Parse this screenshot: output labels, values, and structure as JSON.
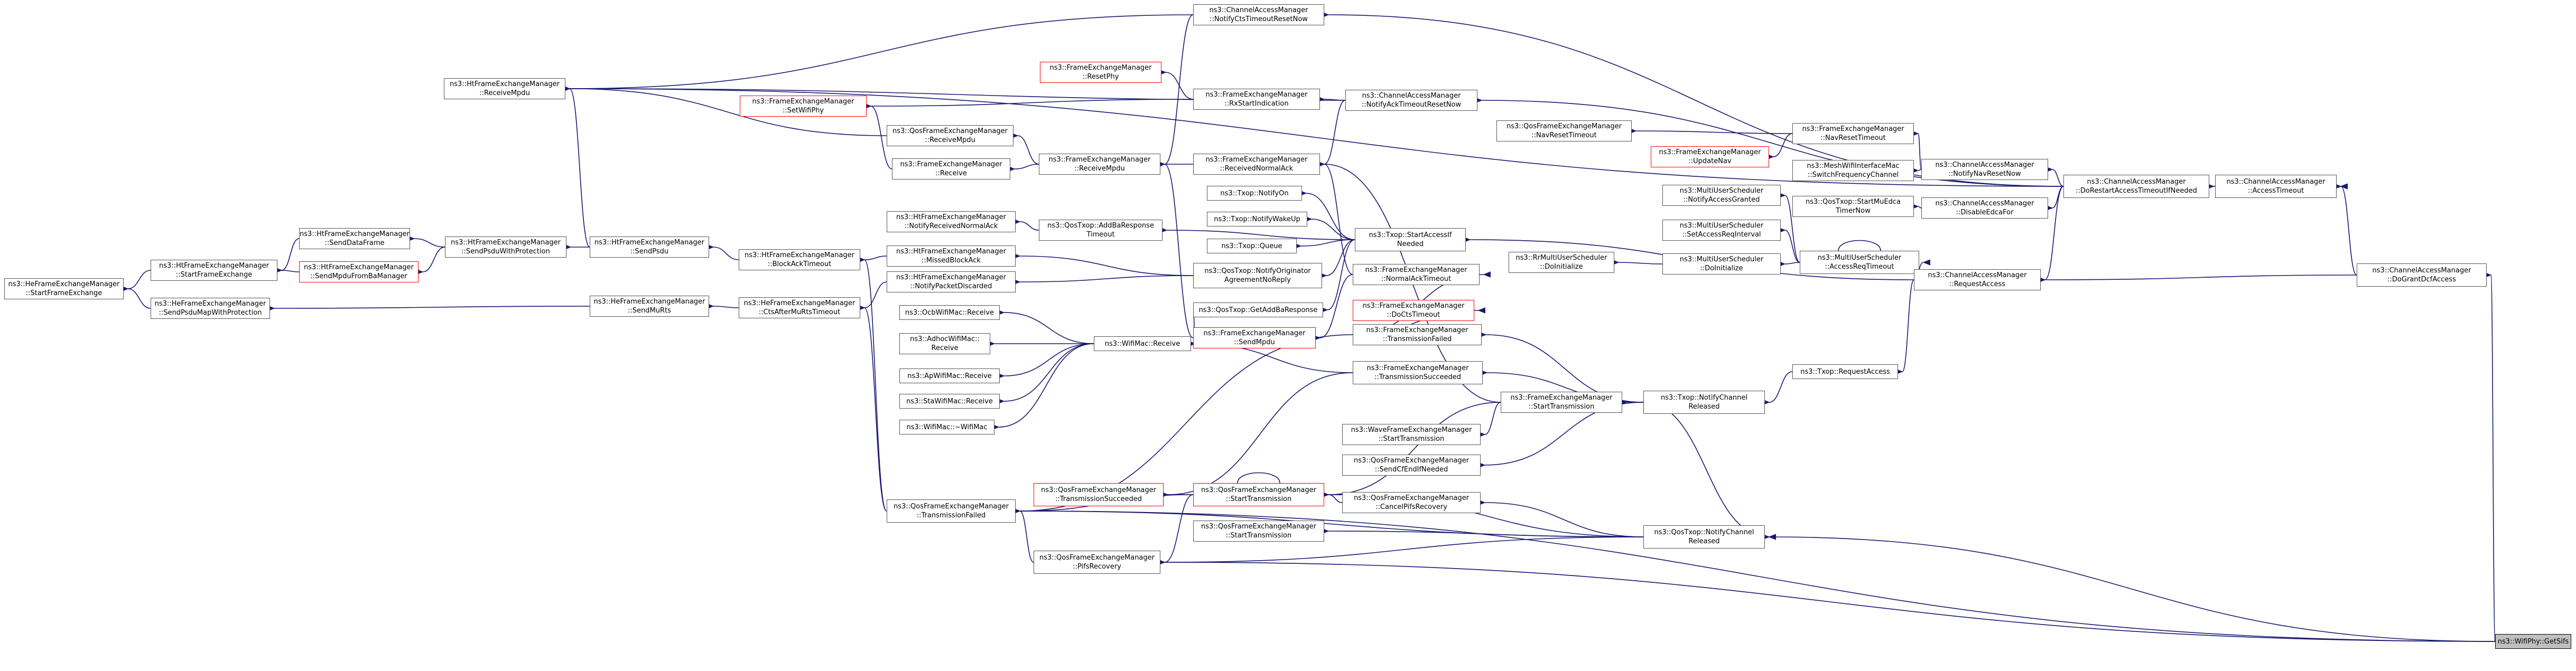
{
  "colors": {
    "edge": "#191970",
    "node_border": "#555555",
    "node_border_unlinked": "#ff0000",
    "focus_fill": "#bfbfbf"
  },
  "nodes": [
    {
      "id": "heSPE",
      "lines": [
        "ns3::HeFrameExchangeManager",
        "::StartFrameExchange"
      ]
    },
    {
      "id": "htSFE",
      "lines": [
        "ns3::HtFrameExchangeManager",
        "::StartFrameExchange"
      ]
    },
    {
      "id": "heSPM",
      "lines": [
        "ns3::HeFrameExchangeManager",
        "::SendPsduMapWithProtection"
      ]
    },
    {
      "id": "htRM",
      "lines": [
        "ns3::HtFrameExchangeManager",
        "::ReceiveMpdu"
      ]
    },
    {
      "id": "htSDF",
      "lines": [
        "ns3::HtFrameExchangeManager",
        "::SendDataFrame"
      ]
    },
    {
      "id": "htSMB",
      "lines": [
        "ns3::HtFrameExchangeManager",
        "::SendMpduFromBaManager"
      ],
      "red": true
    },
    {
      "id": "htSPWP",
      "lines": [
        "ns3::HtFrameExchangeManager",
        "::SendPsduWithProtection"
      ]
    },
    {
      "id": "htSP",
      "lines": [
        "ns3::HtFrameExchangeManager",
        "::SendPsdu"
      ]
    },
    {
      "id": "heSMS",
      "lines": [
        "ns3::HeFrameExchangeManager",
        "::SendMuRts"
      ]
    },
    {
      "id": "htBAT",
      "lines": [
        "ns3::HtFrameExchangeManager",
        "::BlockAckTimeout"
      ]
    },
    {
      "id": "heCAM",
      "lines": [
        "ns3::HeFrameExchangeManager",
        "::CtsAfterMuRtsTimeout"
      ]
    },
    {
      "id": "fSWP",
      "lines": [
        "ns3::FrameExchangeManager",
        "::SetWifiPhy"
      ],
      "red": true
    },
    {
      "id": "qRM",
      "lines": [
        "ns3::QosFrameExchangeManager",
        "::ReceiveMpdu"
      ]
    },
    {
      "id": "fRecv",
      "lines": [
        "ns3::FrameExchangeManager",
        "::Receive"
      ]
    },
    {
      "id": "htNRN",
      "lines": [
        "ns3::HtFrameExchangeManager",
        "::NotifyReceivedNormalAck"
      ]
    },
    {
      "id": "htMBA",
      "lines": [
        "ns3::HtFrameExchangeManager",
        "::MissedBlockAck"
      ]
    },
    {
      "id": "htNPD",
      "lines": [
        "ns3::HtFrameExchangeManager",
        "::NotifyPacketDiscarded"
      ]
    },
    {
      "id": "ocbR",
      "lines": [
        "ns3::OcbWifiMac::Receive"
      ]
    },
    {
      "id": "adhR",
      "lines": [
        "ns3::AdhocWifiMac::",
        "Receive"
      ]
    },
    {
      "id": "apR",
      "lines": [
        "ns3::ApWifiMac::Receive"
      ]
    },
    {
      "id": "staR",
      "lines": [
        "ns3::StaWifiMac::Receive"
      ]
    },
    {
      "id": "wmD",
      "lines": [
        "ns3::WifiMac::~WifiMac"
      ]
    },
    {
      "id": "qTF",
      "lines": [
        "ns3::QosFrameExchangeManager",
        "::TransmissionFailed"
      ]
    },
    {
      "id": "fRP",
      "lines": [
        "ns3::FrameExchangeManager",
        "::ResetPhy"
      ],
      "red": true
    },
    {
      "id": "fRMpdu",
      "lines": [
        "ns3::FrameExchangeManager",
        "::ReceiveMpdu"
      ]
    },
    {
      "id": "qtANBR",
      "lines": [
        "ns3::QosTxop::AddBaResponse",
        "Timeout"
      ]
    },
    {
      "id": "wmR",
      "lines": [
        "ns3::WifiMac::Receive"
      ]
    },
    {
      "id": "qTS",
      "lines": [
        "ns3::QosFrameExchangeManager",
        "::TransmissionSucceeded"
      ],
      "red": true
    },
    {
      "id": "qPR",
      "lines": [
        "ns3::QosFrameExchangeManager",
        "::PifsRecovery"
      ]
    },
    {
      "id": "camNCT",
      "lines": [
        "ns3::ChannelAccessManager",
        "::NotifyCtsTimeoutResetNow"
      ]
    },
    {
      "id": "fRSI",
      "lines": [
        "ns3::FrameExchangeManager",
        "::RxStartIndication"
      ]
    },
    {
      "id": "fRNA",
      "lines": [
        "ns3::FrameExchangeManager",
        "::ReceivedNormalAck"
      ]
    },
    {
      "id": "txNO",
      "lines": [
        "ns3::Txop::NotifyOn"
      ]
    },
    {
      "id": "txNW",
      "lines": [
        "ns3::Txop::NotifyWakeUp"
      ]
    },
    {
      "id": "txQ",
      "lines": [
        "ns3::Txop::Queue"
      ]
    },
    {
      "id": "qtNOA",
      "lines": [
        "ns3::QosTxop::NotifyOriginator",
        "AgreementNoReply"
      ]
    },
    {
      "id": "qtGAB",
      "lines": [
        "ns3::QosTxop::GetAddBaResponse"
      ]
    },
    {
      "id": "fSM",
      "lines": [
        "ns3::FrameExchangeManager",
        "::SendMpdu"
      ],
      "red": true
    },
    {
      "id": "wfST",
      "lines": [
        "ns3::WaveFrameExchangeManager",
        "::StartTransmission"
      ]
    },
    {
      "id": "qST_red",
      "lines": [
        "ns3::QosFrameExchangeManager",
        "::StartTransmission"
      ],
      "red": true
    },
    {
      "id": "qST",
      "lines": [
        "ns3::QosFrameExchangeManager",
        "::StartTransmission"
      ]
    },
    {
      "id": "camNAT",
      "lines": [
        "ns3::ChannelAccessManager",
        "::NotifyAckTimeoutResetNow"
      ]
    },
    {
      "id": "txSAI",
      "lines": [
        "ns3::Txop::StartAccessIf",
        "Needed"
      ]
    },
    {
      "id": "fNAT",
      "lines": [
        "ns3::FrameExchangeManager",
        "::NormalAckTimeout"
      ]
    },
    {
      "id": "fDCT",
      "lines": [
        "ns3::FrameExchangeManager",
        "::DoCtsTimeout"
      ],
      "red": true
    },
    {
      "id": "fTF",
      "lines": [
        "ns3::FrameExchangeManager",
        "::TransmissionFailed"
      ]
    },
    {
      "id": "fTS",
      "lines": [
        "ns3::FrameExchangeManager",
        "::TransmissionSucceeded"
      ]
    },
    {
      "id": "fST",
      "lines": [
        "ns3::FrameExchangeManager",
        "::StartTransmission"
      ]
    },
    {
      "id": "qSCE",
      "lines": [
        "ns3::QosFrameExchangeManager",
        "::SendCfEndIfNeeded"
      ]
    },
    {
      "id": "qCPR",
      "lines": [
        "ns3::QosFrameExchangeManager",
        "::CancelPifsRecovery"
      ]
    },
    {
      "id": "qfNRT",
      "lines": [
        "ns3::QosFrameExchangeManager",
        "::NavResetTimeout"
      ]
    },
    {
      "id": "muDoI",
      "lines": [
        "ns3::RrMultiUserScheduler",
        "::DoInitialize"
      ]
    },
    {
      "id": "txNCR",
      "lines": [
        "ns3::Txop::NotifyChannel",
        "Released"
      ]
    },
    {
      "id": "qtNCR",
      "lines": [
        "ns3::QosTxop::NotifyChannel",
        "Released"
      ]
    },
    {
      "id": "fUN",
      "lines": [
        "ns3::FrameExchangeManager",
        "::UpdateNav"
      ],
      "red": true
    },
    {
      "id": "fNRT",
      "lines": [
        "ns3::FrameExchangeManager",
        "::NavResetTimeout"
      ]
    },
    {
      "id": "musNAG",
      "lines": [
        "ns3::MultiUserScheduler",
        "::NotifyAccessGranted"
      ]
    },
    {
      "id": "musSAR",
      "lines": [
        "ns3::MultiUserScheduler",
        "::SetAccessReqInterval"
      ]
    },
    {
      "id": "musDoI",
      "lines": [
        "ns3::MultiUserScheduler",
        "::DoInitialize"
      ]
    },
    {
      "id": "txRA",
      "lines": [
        "ns3::Txop::RequestAccess"
      ]
    },
    {
      "id": "mwiSF",
      "lines": [
        "ns3::MeshWifiInterfaceMac",
        "::SwitchFrequencyChannel"
      ]
    },
    {
      "id": "qtSMT",
      "lines": [
        "ns3::QosTxop::StartMuEdca",
        "TimerNow"
      ]
    },
    {
      "id": "musARF",
      "lines": [
        "ns3::MultiUserScheduler",
        "::AccessReqTimeout"
      ]
    },
    {
      "id": "camNNR",
      "lines": [
        "ns3::ChannelAccessManager",
        "::NotifyNavResetNow"
      ]
    },
    {
      "id": "camDE",
      "lines": [
        "ns3::ChannelAccessManager",
        "::DisableEdcaFor"
      ]
    },
    {
      "id": "camRA",
      "lines": [
        "ns3::ChannelAccessManager",
        "::RequestAccess"
      ]
    },
    {
      "id": "camDRA",
      "lines": [
        "ns3::ChannelAccessManager",
        "::DoRestartAccessTimeoutIfNeeded"
      ]
    },
    {
      "id": "camAT",
      "lines": [
        "ns3::ChannelAccessManager",
        "::AccessTimeout"
      ]
    },
    {
      "id": "camDGD",
      "lines": [
        "ns3::ChannelAccessManager",
        "::DoGrantDcfAccess"
      ]
    },
    {
      "id": "phyGS",
      "lines": [
        "ns3::WifiPhy::GetSifs"
      ],
      "focus": true
    }
  ]
}
